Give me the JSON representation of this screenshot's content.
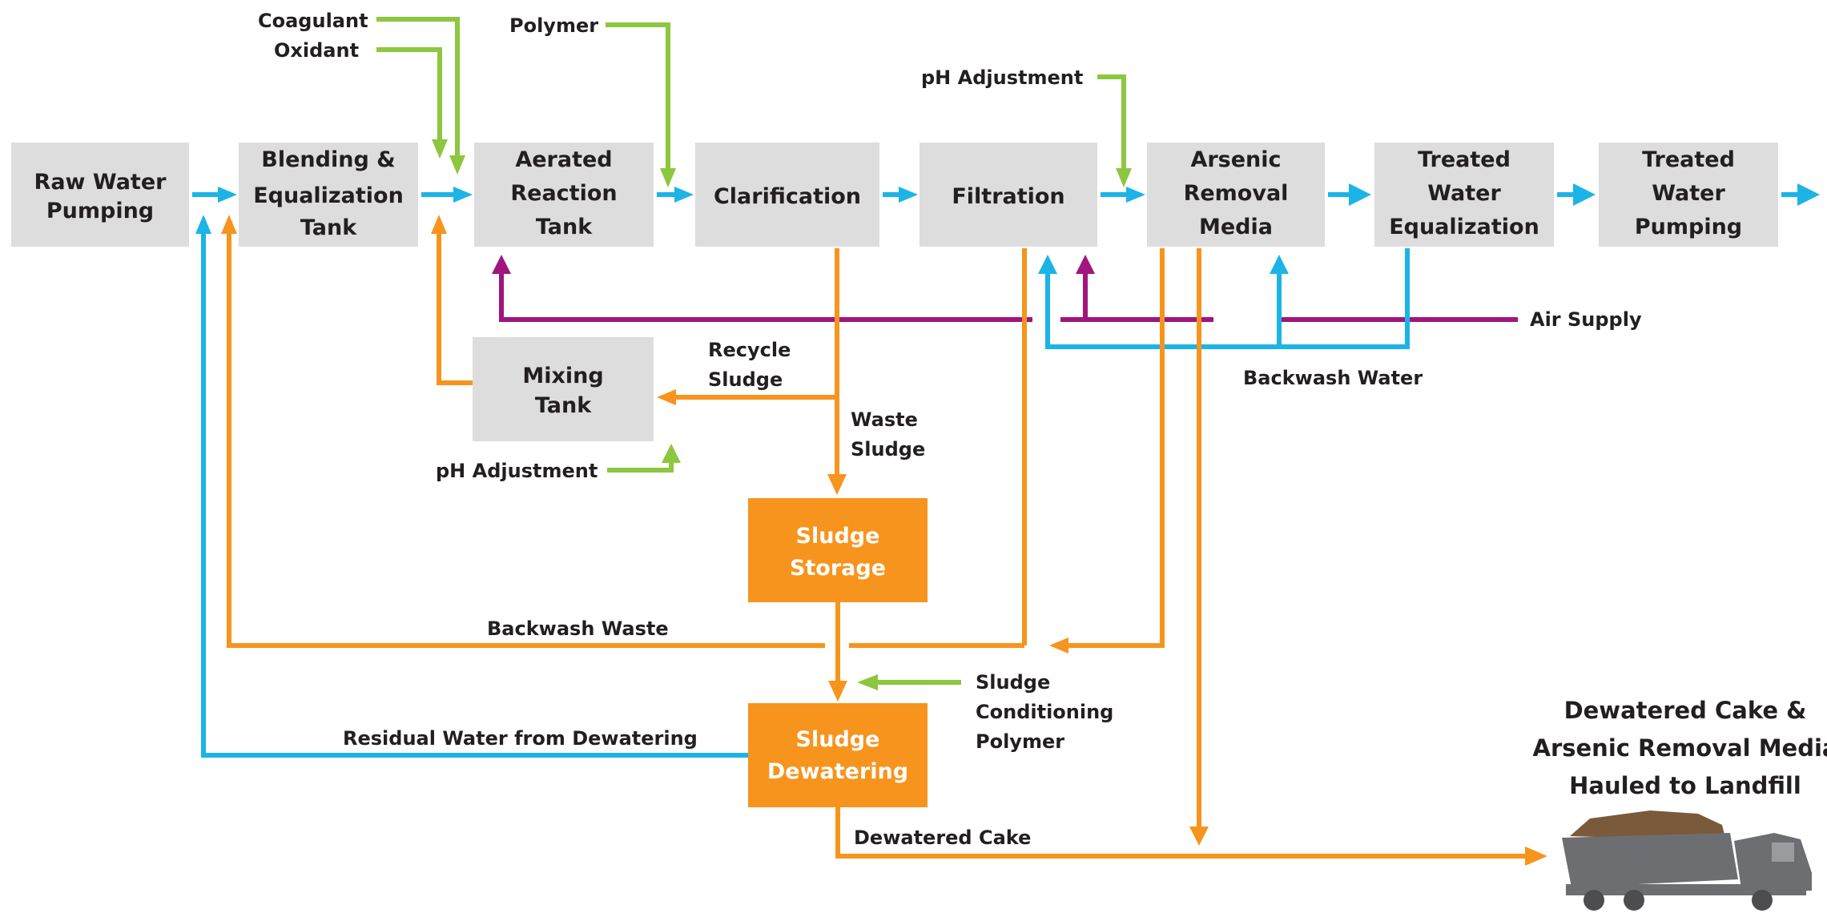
{
  "process_boxes": {
    "raw_water_pumping": [
      "Raw Water",
      "Pumping"
    ],
    "blending_equalization": [
      "Blending &",
      "Equalization",
      "Tank"
    ],
    "aerated_reaction": [
      "Aerated",
      "Reaction",
      "Tank"
    ],
    "clarification": [
      "Clarification"
    ],
    "filtration": [
      "Filtration"
    ],
    "arsenic_removal": [
      "Arsenic",
      "Removal",
      "Media"
    ],
    "treated_water_equalization": [
      "Treated",
      "Water",
      "Equalization"
    ],
    "treated_water_pumping": [
      "Treated",
      "Water",
      "Pumping"
    ],
    "mixing_tank": [
      "Mixing",
      "Tank"
    ],
    "sludge_storage": [
      "Sludge",
      "Storage"
    ],
    "sludge_dewatering": [
      "Sludge",
      "Dewatering"
    ]
  },
  "flow_labels": {
    "coagulant": "Coagulant",
    "oxidant": "Oxidant",
    "polymer": "Polymer",
    "ph_adjustment_top": "pH Adjustment",
    "air_supply": "Air Supply",
    "backwash_water": "Backwash Water",
    "recycle_sludge": [
      "Recycle",
      "Sludge"
    ],
    "waste_sludge": [
      "Waste",
      "Sludge"
    ],
    "ph_adjustment_mixing": "pH Adjustment",
    "backwash_waste": "Backwash Waste",
    "sludge_conditioning_polymer": [
      "Sludge",
      "Conditioning",
      "Polymer"
    ],
    "residual_water": "Residual Water from Dewatering",
    "dewatered_cake": "Dewatered Cake",
    "landfill_note": [
      "Dewatered Cake &",
      "Arsenic Removal Media",
      "Hauled to Landfill"
    ]
  },
  "colors": {
    "water_flow": "#1cb4e6",
    "sludge_flow": "#f7941d",
    "chemical_feed": "#8dc63f",
    "air_supply": "#a0157e",
    "process_box": "#dddddd",
    "sludge_box": "#f7941d"
  },
  "icons": [
    "dump-truck-icon"
  ]
}
